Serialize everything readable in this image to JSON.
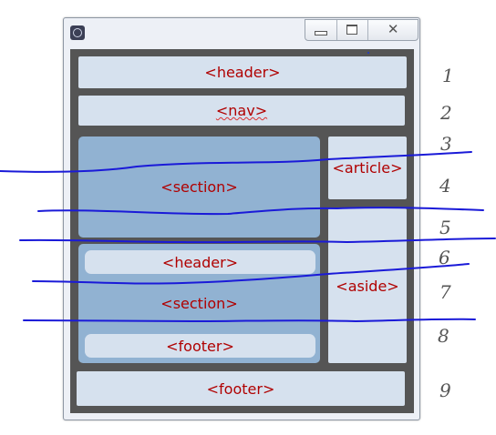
{
  "window": {
    "title_icon": "app-window-icon",
    "controls": {
      "minimize_icon": "minimize-icon",
      "maximize_icon": "maximize-icon",
      "close_icon": "close-icon",
      "close_glyph": "✕"
    }
  },
  "layout": {
    "top_header": "<header>",
    "nav": "<nav>",
    "section_top": "<section>",
    "article": "<article>",
    "inner_header": "<header>",
    "section_bottom": "<section>",
    "inner_footer": "<footer>",
    "aside": "<aside>",
    "bottom_footer": "<footer>"
  },
  "row_numbers": [
    "1",
    "2",
    "3",
    "4",
    "5",
    "6",
    "7",
    "8",
    "9"
  ],
  "colors": {
    "label_text": "#b00000",
    "frame_background": "#555555",
    "light_box": "#d6e1ee",
    "section_box": "#91b2d2",
    "pen_stroke": "#1a1ad8"
  }
}
